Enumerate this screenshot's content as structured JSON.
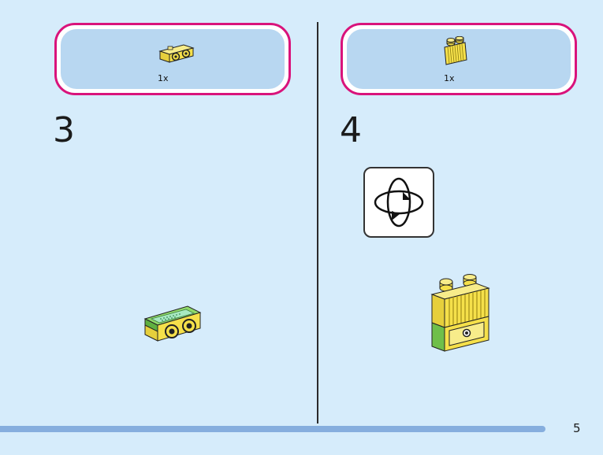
{
  "steps": [
    {
      "number": "3",
      "part_quantity": "1x",
      "part_icon": "yellow-double-round-brick-icon"
    },
    {
      "number": "4",
      "part_quantity": "1x",
      "part_icon": "yellow-grille-brick-icon"
    }
  ],
  "rotate_icon": "rotate-model-icon",
  "page_number": "5",
  "colors": {
    "callout_border": "#d9137b",
    "callout_fill": "#b8d7f1",
    "background": "#d6ecfb",
    "brick_yellow": "#f5e04a",
    "brick_green": "#7fcf5a",
    "bottom_bar": "#86aede"
  }
}
